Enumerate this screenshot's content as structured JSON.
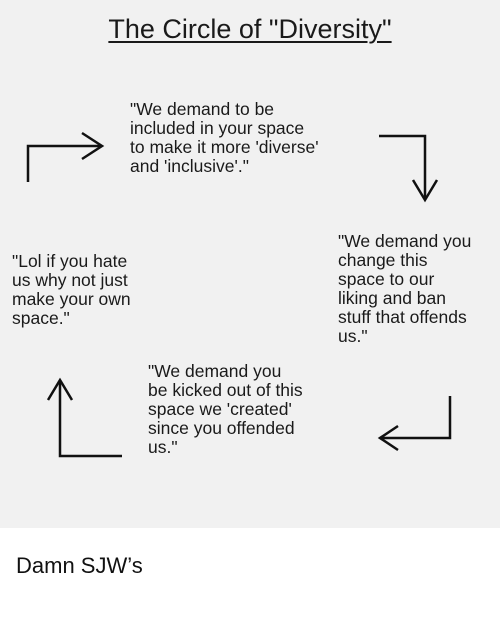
{
  "title": "The Circle of \"Diversity\"",
  "quotes": {
    "top": "\"We demand to be\nincluded in your space\nto make it more 'diverse'\nand 'inclusive'.\"",
    "right": "\"We demand you\nchange this\nspace to our\nliking and ban\nstuff that offends\nus.\"",
    "bottom": "\"We demand you\nbe kicked out of this\nspace we 'created'\nsince you offended\nus.\"",
    "left": "\"Lol if you hate\nus why not just\nmake your own\nspace.\""
  },
  "icons": [
    "arrow-right-icon",
    "arrow-down-icon",
    "arrow-left-icon",
    "arrow-up-icon"
  ],
  "caption": "Damn SJW’s"
}
